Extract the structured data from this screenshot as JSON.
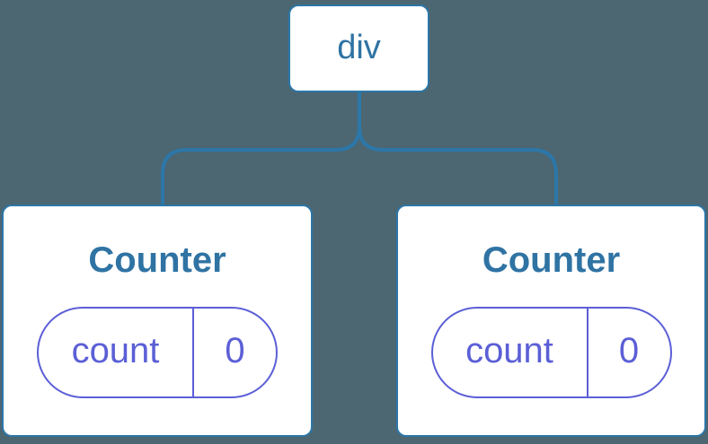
{
  "diagram": {
    "type": "component-tree",
    "background_color": "#4C6672",
    "accent_blue": "#2C77A8",
    "accent_purple": "#5B5FD6",
    "card_color": "#ffffff",
    "root": {
      "label": "div"
    },
    "children": [
      {
        "title": "Counter",
        "state": {
          "key": "count",
          "value": "0"
        }
      },
      {
        "title": "Counter",
        "state": {
          "key": "count",
          "value": "0"
        }
      }
    ]
  }
}
